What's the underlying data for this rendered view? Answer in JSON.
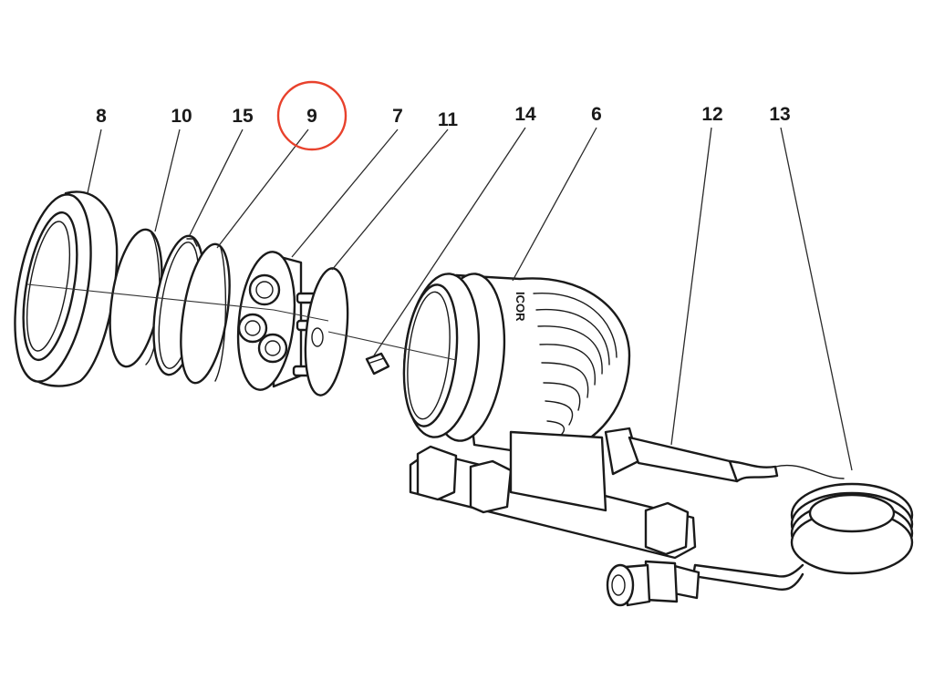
{
  "callouts": [
    {
      "id": "8",
      "label": "8"
    },
    {
      "id": "10",
      "label": "10"
    },
    {
      "id": "15",
      "label": "15"
    },
    {
      "id": "9",
      "label": "9"
    },
    {
      "id": "7",
      "label": "7"
    },
    {
      "id": "11",
      "label": "11"
    },
    {
      "id": "14",
      "label": "14"
    },
    {
      "id": "6",
      "label": "6"
    },
    {
      "id": "12",
      "label": "12"
    },
    {
      "id": "13",
      "label": "13"
    }
  ],
  "highlighted_callout": "9",
  "highlight_color": "#e8412c",
  "line_color": "#1a1a1a",
  "brand_mark": "ICOR"
}
